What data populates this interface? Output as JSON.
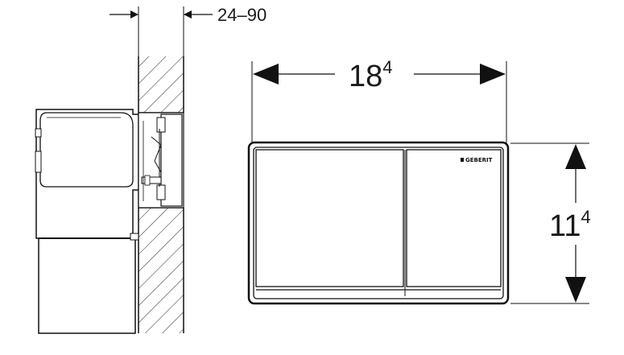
{
  "dimensions": {
    "wall_thickness": "24–90",
    "width_main": "18",
    "width_sup": "4",
    "height_main": "11",
    "height_sup": "4"
  },
  "logo": {
    "brand": "GEBERIT"
  }
}
